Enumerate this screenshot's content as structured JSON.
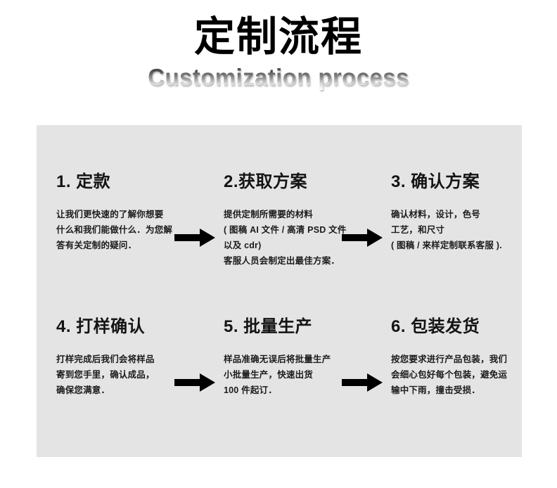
{
  "header": {
    "main_title": "定制流程",
    "sub_title": "Customization process"
  },
  "theme": {
    "page_background": "#ffffff",
    "panel_background": "#e4e4e4",
    "title_color": "#000000",
    "subtitle_gradient_top": "#3f3f3f",
    "subtitle_gradient_bottom": "#ffffff",
    "text_color": "#1b1b1b",
    "arrow_color": "#000000"
  },
  "steps": [
    {
      "title": "1. 定款",
      "lines": [
        "让我们更快速的了解你想要",
        "什么和我们能做什么．为您解",
        "答有关定制的疑问．"
      ]
    },
    {
      "title": "2.获取方案",
      "lines": [
        "提供定制所需要的材料",
        "( 图稿 AI 文件 / 高清 PSD 文件",
        "以及 cdr)",
        "客服人员会制定出最佳方案．"
      ]
    },
    {
      "title": "3. 确认方案",
      "lines": [
        "确认材料，设计，色号",
        "工艺，和尺寸",
        "( 图稿 / 来样定制联系客服 )."
      ]
    },
    {
      "title": "4. 打样确认",
      "lines": [
        "打样完成后我们会将样品",
        "寄到您手里，确认成品，",
        "确保您满意．"
      ]
    },
    {
      "title": "5. 批量生产",
      "lines": [
        "样品准确无误后将批量生产",
        "小批量生产，快速出货",
        "100 件起订．"
      ]
    },
    {
      "title": "6. 包装发货",
      "lines": [
        "按您要求进行产品包装，我们",
        "会细心包好每个包装，避免运",
        "输中下雨，撞击受损．"
      ]
    }
  ],
  "arrows": [
    {
      "name": "arrow-step1-to-step2"
    },
    {
      "name": "arrow-step2-to-step3"
    },
    {
      "name": "arrow-step4-to-step5"
    },
    {
      "name": "arrow-step5-to-step6"
    }
  ]
}
